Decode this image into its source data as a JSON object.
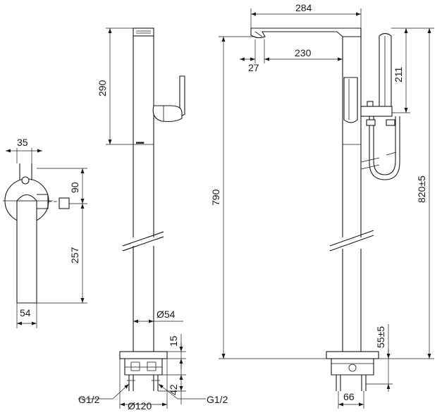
{
  "side_view": {
    "dim_35": "35",
    "dim_90": "90",
    "dim_257": "257",
    "dim_54": "54"
  },
  "front_view": {
    "dim_290": "290",
    "dim_diameter_54": "Ø54",
    "dim_15": "15",
    "dim_42": "42",
    "dim_diameter_120": "Ø120",
    "thread_left": "G1/2",
    "thread_right": "G1/2"
  },
  "main_view": {
    "dim_284": "284",
    "dim_27": "27",
    "dim_230": "230",
    "dim_211": "211",
    "dim_790": "790",
    "dim_820": "820±5",
    "dim_55": "55±5",
    "dim_66": "66"
  }
}
